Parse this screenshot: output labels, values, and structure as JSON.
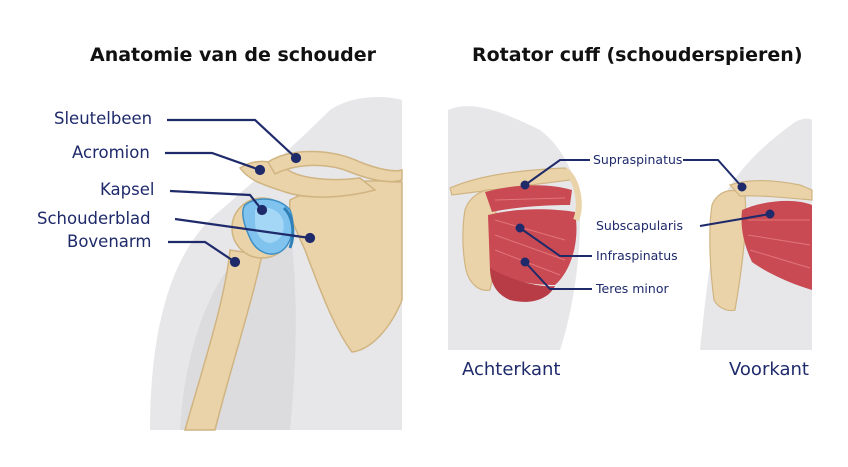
{
  "left_panel": {
    "title": "Anatomie van de schouder",
    "labels": {
      "clavicle": "Sleutelbeen",
      "acromion": "Acromion",
      "capsule": "Kapsel",
      "scapula": "Schouderblad",
      "humerus": "Bovenarm"
    }
  },
  "right_panel": {
    "title": "Rotator cuff (schouderspieren)",
    "labels": {
      "supraspinatus": "Supraspinatus",
      "subscapularis": "Subscapularis",
      "infraspinatus": "Infraspinatus",
      "teres_minor": "Teres minor"
    },
    "views": {
      "back": "Achterkant",
      "front": "Voorkant"
    }
  },
  "colors": {
    "label_text": "#1f2a6b",
    "leader_line": "#1f2a6b",
    "bone": "#e9d2a6",
    "bone_outline": "#cdb07f",
    "body_silhouette": "#e6e6e8",
    "capsule": "#7fc3ee",
    "muscle": "#c94a52"
  }
}
